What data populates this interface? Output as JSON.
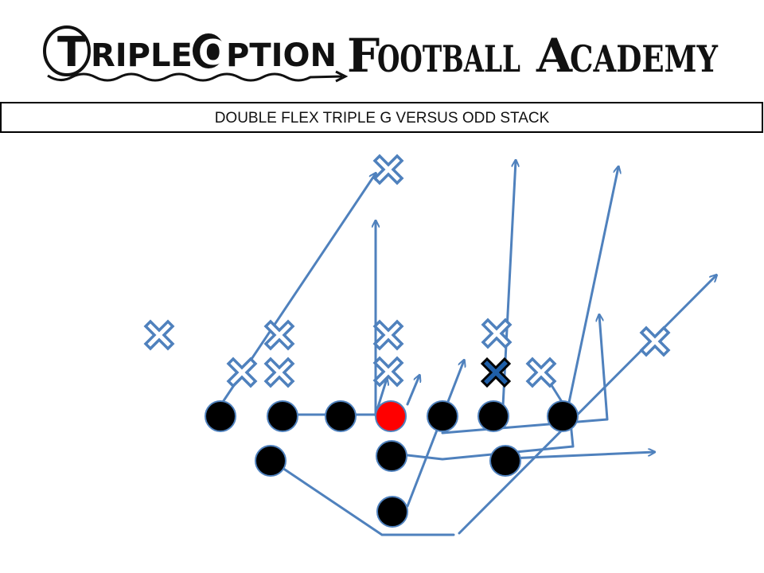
{
  "logo": {
    "script_first_initial": "T",
    "script_first_rest": "RIPLE",
    "script_second_initial": "O",
    "script_second_rest": "PTION",
    "block_first_initial": "F",
    "block_first_rest": "OOTBALL",
    "block_second_initial": "A",
    "block_second_rest": "CADEMY"
  },
  "play_title": "DOUBLE FLEX TRIPLE G VERSUS ODD STACK",
  "colors": {
    "route_line": "#4f81bd",
    "offense_player": "#000000",
    "quarterback": "#ff0000",
    "defender_outline": "#4f81bd",
    "highlighted_defender": "#1f5fa8",
    "title_border": "#000000"
  },
  "legend": {
    "offense_marker": "filled circle",
    "defense_marker": "x",
    "quarterback_marker": "red circle",
    "highlighted_defender_marker": "dark blue x"
  }
}
